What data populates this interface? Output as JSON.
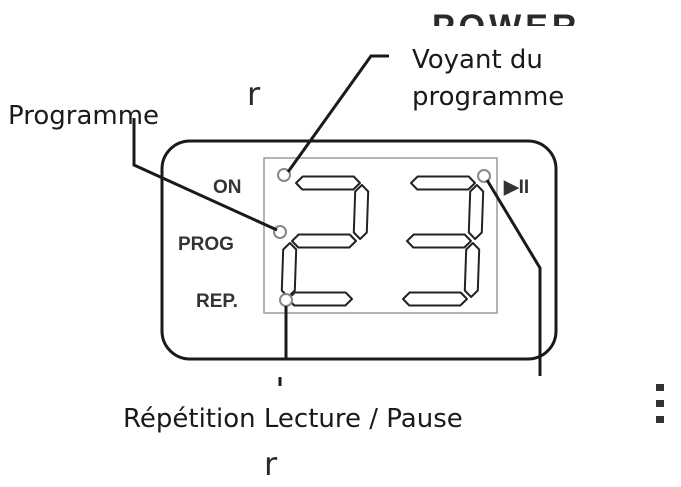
{
  "callouts": {
    "indicator": "Voyant du\nprogramme",
    "indicator_line1": "Voyant du",
    "indicator_line2": "programme",
    "program": "Programme",
    "bottom": "Répétition Lecture / Pause"
  },
  "panel": {
    "on": "ON",
    "prog": "PROG",
    "rep": "REP.",
    "play_pause": "▶II"
  },
  "display": {
    "digits": [
      "2",
      "3"
    ]
  },
  "fragments": {
    "power_partial": "POWER",
    "r_top": "r",
    "r_bottom": "r"
  },
  "colors": {
    "stroke": "#1a1a1a",
    "led": "#888888",
    "segment": "#222222"
  }
}
